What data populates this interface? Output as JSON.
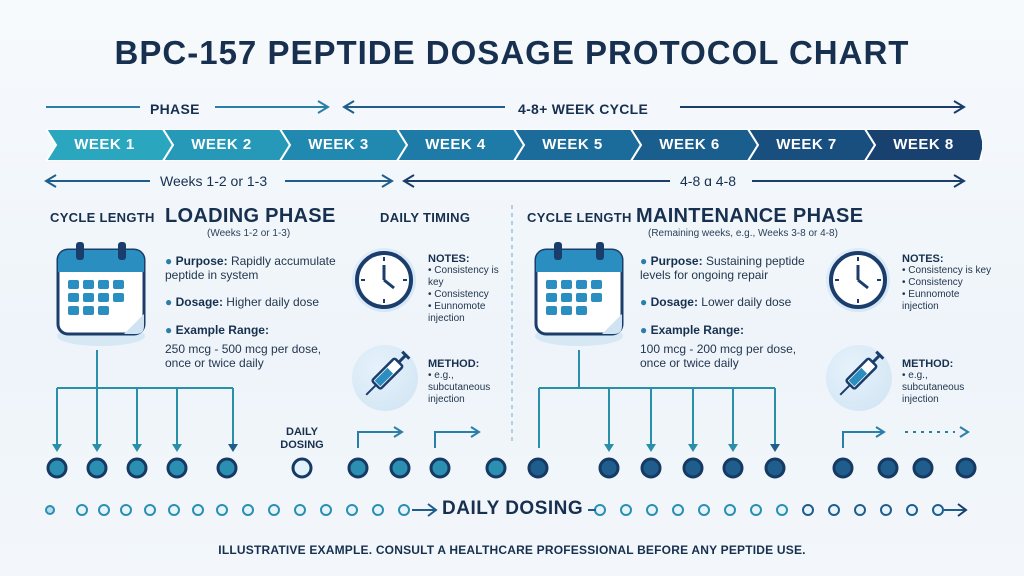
{
  "title": "BPC-157 PEPTIDE DOSAGE PROTOCOL CHART",
  "top_arrows": {
    "phase": "PHASE",
    "cycle": "4-8+ WEEK CYCLE"
  },
  "weeks": [
    "WEEK 1",
    "WEEK 2",
    "WEEK 3",
    "WEEK 4",
    "WEEK 5",
    "WEEK 6",
    "WEEK 7",
    "WEEK 8"
  ],
  "range_arrows": {
    "left": "Weeks 1-2 or 1-3",
    "right": "4-8 ɑ 4-8"
  },
  "loading": {
    "cycle_length": "CYCLE LENGTH",
    "title": "LOADING PHASE",
    "subtitle": "(Weeks 1-2 or 1-3)",
    "purpose_label": "Purpose:",
    "purpose": "Rapidly accumulate peptide in system",
    "dosage_label": "Dosage:",
    "dosage": "Higher daily dose",
    "range_label": "Example Range:",
    "range": "250 mcg - 500 mcg per dose, once or twice daily",
    "timing": "DAILY TIMING",
    "notes_title": "NOTES:",
    "notes": [
      "Consistency is key",
      "Consistency",
      "Eunnomote injection"
    ],
    "method_title": "METHOD:",
    "method": [
      "e.g., subcutaneous injection"
    ],
    "daily_dosing": "DAILY DOSING"
  },
  "maintenance": {
    "cycle_length": "CYCLE LENGTH",
    "title": "MAINTENANCE PHASE",
    "subtitle": "(Remaining weeks, e.g., Weeks 3-8 or 4-8)",
    "purpose_label": "Purpose:",
    "purpose": "Sustaining peptide levels for ongoing repair",
    "dosage_label": "Dosage:",
    "dosage": "Lower daily dose",
    "range_label": "Example Range:",
    "range": "100 mcg - 200 mcg per dose, once or twice daily",
    "notes_title": "NOTES:",
    "notes": [
      "Consistency is key",
      "Consistency",
      "Eunnomote injection"
    ],
    "method_title": "METHOD:",
    "method": [
      "e.g., subcutaneous injection"
    ]
  },
  "bottom_label": "DAILY DOSING",
  "footer": "ILLUSTRATIVE EXAMPLE. CONSULT A HEALTHCARE PROFESSIONAL BEFORE ANY PEPTIDE USE.",
  "colors": {
    "dark": "#17304f",
    "teal": "#2aa3b8",
    "navy": "#1b3d6b"
  }
}
